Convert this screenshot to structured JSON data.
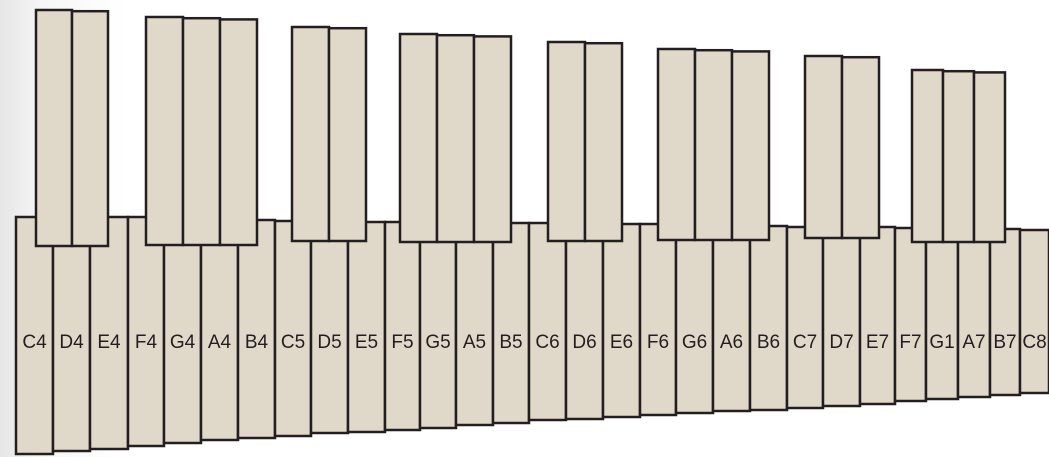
{
  "keyboard": {
    "key_fill": "#e0d8c9",
    "outline": "#231f20",
    "label_color": "#231f20",
    "natural_keys": [
      {
        "label": "C4"
      },
      {
        "label": "D4"
      },
      {
        "label": "E4"
      },
      {
        "label": "F4"
      },
      {
        "label": "G4"
      },
      {
        "label": "A4"
      },
      {
        "label": "B4"
      },
      {
        "label": "C5"
      },
      {
        "label": "D5"
      },
      {
        "label": "E5"
      },
      {
        "label": "F5"
      },
      {
        "label": "G5"
      },
      {
        "label": "A5"
      },
      {
        "label": "B5"
      },
      {
        "label": "C6"
      },
      {
        "label": "D6"
      },
      {
        "label": "E6"
      },
      {
        "label": "F6"
      },
      {
        "label": "G6"
      },
      {
        "label": "A6"
      },
      {
        "label": "B6"
      },
      {
        "label": "C7"
      },
      {
        "label": "D7"
      },
      {
        "label": "E7"
      },
      {
        "label": "F7"
      },
      {
        "label": "G1"
      },
      {
        "label": "A7"
      },
      {
        "label": "B7"
      },
      {
        "label": "C8"
      }
    ],
    "accidental_groups": [
      2,
      3,
      2,
      3,
      2,
      3,
      2,
      3
    ]
  }
}
